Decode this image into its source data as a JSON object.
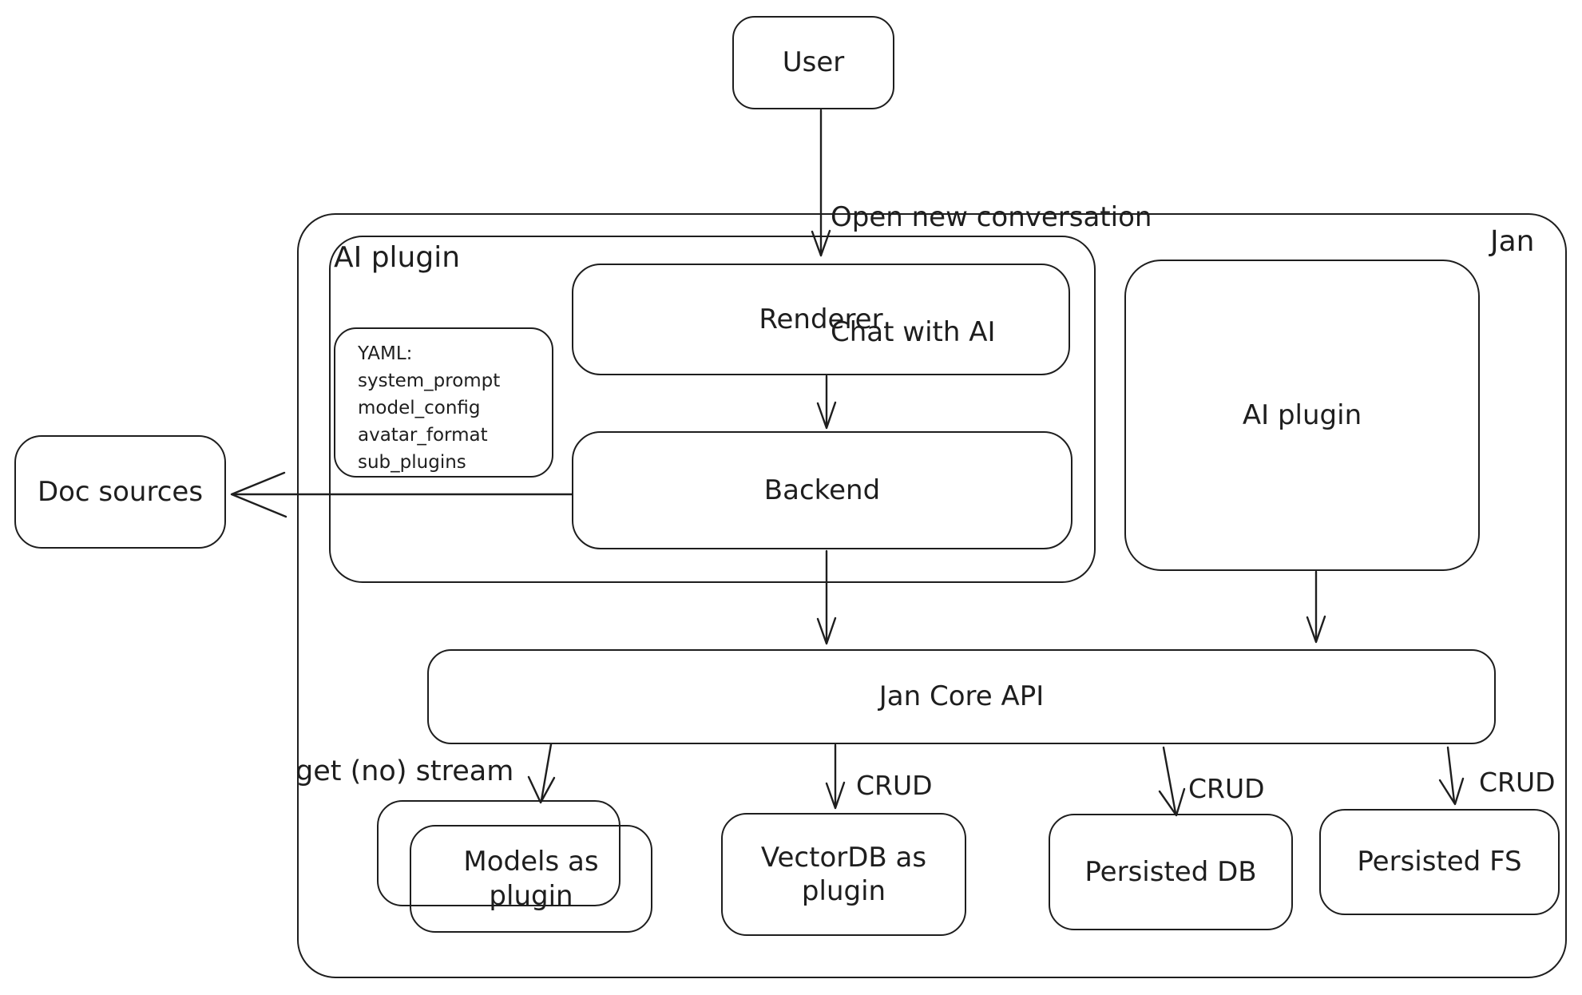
{
  "diagram": {
    "container_label": "Jan",
    "nodes": {
      "user": "User",
      "ai_plugin_left": "AI plugin",
      "renderer": "Renderer",
      "backend": "Backend",
      "doc_sources": "Doc sources",
      "ai_plugin_right": "AI plugin",
      "jan_core_api": "Jan Core API",
      "models_as_plugin": "Models as plugin",
      "vectordb_as_plugin": "VectorDB as plugin",
      "persisted_db": "Persisted DB",
      "persisted_fs": "Persisted FS"
    },
    "yaml_note": {
      "lines": [
        "YAML:",
        "system_prompt",
        "model_config",
        "avatar_format",
        "sub_plugins"
      ]
    },
    "edge_labels": {
      "user_flow_line1": "Open new conversation",
      "user_flow_line2": "Chat with AI",
      "get_no_stream": "get (no) stream",
      "crud_vectordb": "CRUD",
      "crud_persisted_db": "CRUD",
      "crud_persisted_fs": "CRUD"
    },
    "colors": {
      "stroke": "#1e1e1e",
      "background": "#ffffff"
    }
  }
}
